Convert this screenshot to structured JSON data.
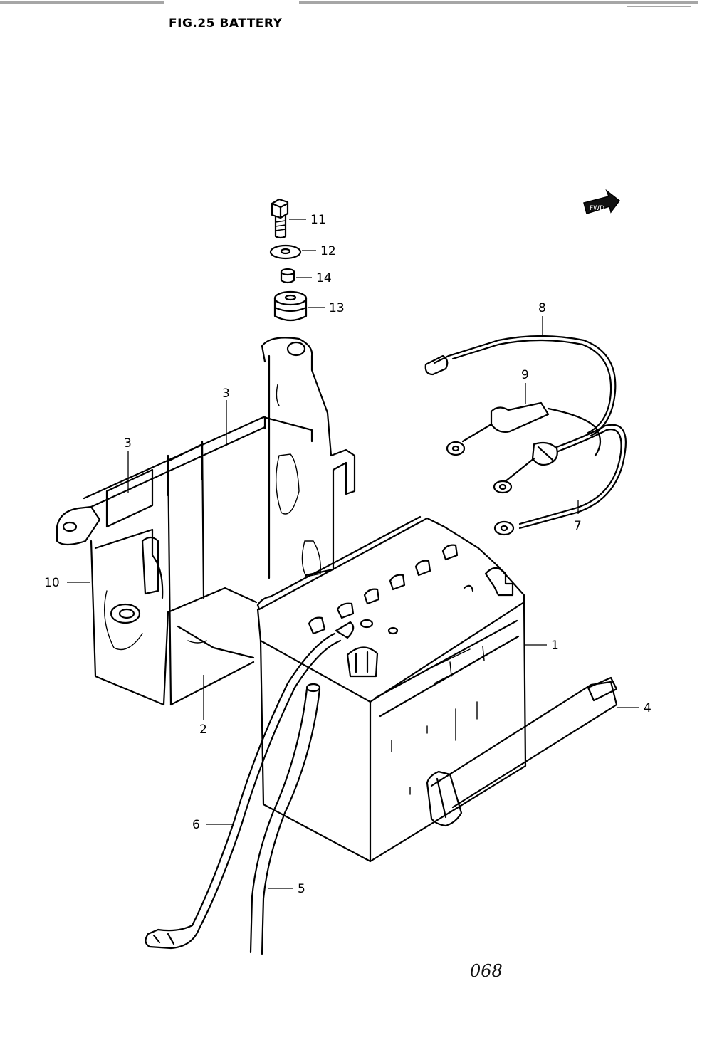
{
  "figure": {
    "title": "FIG.25  BATTERY",
    "sheet_code": "068",
    "direction_badge": "FWD"
  },
  "callouts": [
    {
      "id": "c11",
      "label": "11"
    },
    {
      "id": "c12",
      "label": "12"
    },
    {
      "id": "c14",
      "label": "14"
    },
    {
      "id": "c13",
      "label": "13"
    },
    {
      "id": "c8",
      "label": "8"
    },
    {
      "id": "c9",
      "label": "9"
    },
    {
      "id": "c3a",
      "label": "3"
    },
    {
      "id": "c3b",
      "label": "3"
    },
    {
      "id": "c7",
      "label": "7"
    },
    {
      "id": "c10",
      "label": "10"
    },
    {
      "id": "c1",
      "label": "1"
    },
    {
      "id": "c4",
      "label": "4"
    },
    {
      "id": "c2",
      "label": "2"
    },
    {
      "id": "c6",
      "label": "6"
    },
    {
      "id": "c5",
      "label": "5"
    }
  ]
}
